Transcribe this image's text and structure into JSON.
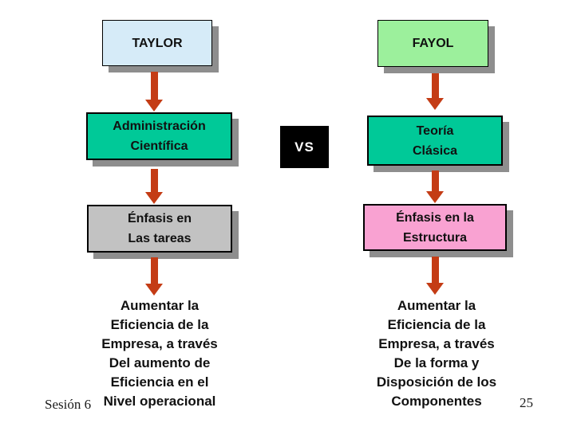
{
  "diagram": {
    "vs_label": "VS",
    "left": {
      "header": "TAYLOR",
      "theory": {
        "lines": [
          "Administración",
          "Científica"
        ]
      },
      "emphasis": {
        "lines": [
          "Énfasis en",
          "Las tareas"
        ]
      },
      "result": {
        "lines": [
          "Aumentar la",
          "Eficiencia de la",
          "Empresa, a través",
          "Del aumento de",
          "Eficiencia en el",
          "Nivel operacional"
        ]
      }
    },
    "right": {
      "header": "FAYOL",
      "theory": {
        "lines": [
          "Teoría",
          "Clásica"
        ]
      },
      "emphasis": {
        "lines": [
          "Énfasis en la",
          "Estructura"
        ]
      },
      "result": {
        "lines": [
          "Aumentar la",
          "Eficiencia de la",
          "Empresa, a través",
          "De la forma y",
          "Disposición de los",
          "Componentes"
        ]
      }
    },
    "colors": {
      "taylor_box_fill": "#d6ebf8",
      "fayol_box_fill": "#9cf09c",
      "theory_box_fill": "#00c998",
      "tasks_box_fill": "#c2c2c2",
      "structure_box_fill": "#f9a2d2",
      "vs_box_fill": "#000000",
      "arrow": "#c43c15",
      "shadow": "#8e8e8e"
    }
  },
  "footer": {
    "session_label": "Sesión 6",
    "page_number": "25"
  }
}
